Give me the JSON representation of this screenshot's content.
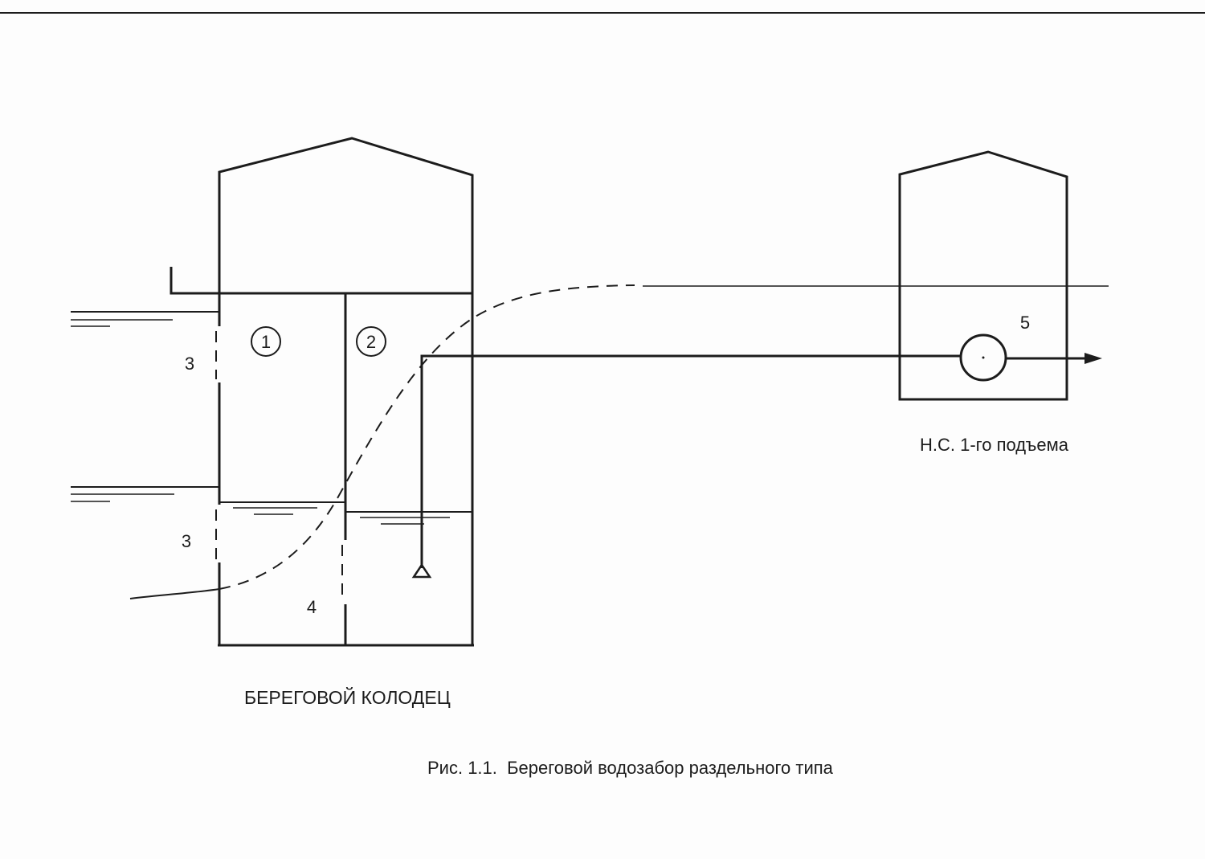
{
  "labels": {
    "chamber_1": "1",
    "chamber_2": "2",
    "screen_upper": "3",
    "screen_lower": "3",
    "screen_middle": "4",
    "pump": "5",
    "pump_station": "Н.С. 1-го подъема",
    "well": "БЕРЕГОВОЙ КОЛОДЕЦ",
    "caption": "Рис. 1.1.  Береговой водозабор раздельного типа"
  }
}
